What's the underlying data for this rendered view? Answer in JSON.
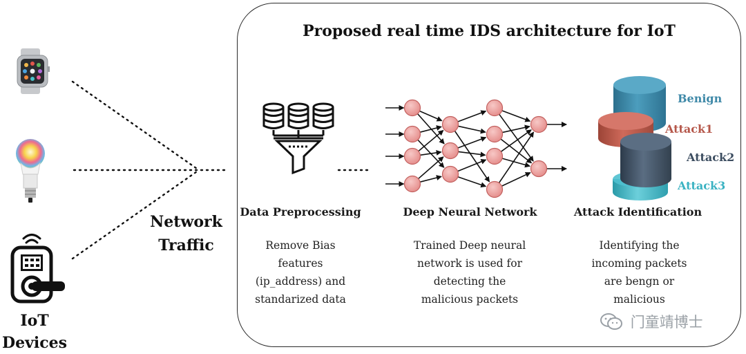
{
  "title": "Proposed real time IDS architecture for IoT",
  "left": {
    "network_traffic": [
      "Network",
      "Traffic"
    ],
    "iot_devices": [
      "IoT",
      "Devices"
    ],
    "devices": [
      "smartwatch-icon",
      "smart-bulb-icon",
      "smart-lock-icon"
    ]
  },
  "stages": [
    {
      "heading": "Data Preprocessing",
      "description": [
        "Remove Bias",
        "features",
        "(ip_address) and",
        "standarized data"
      ],
      "icon": "database-funnel-icon"
    },
    {
      "heading": "Deep Neural Network",
      "description": [
        "Trained Deep neural",
        "network is used for",
        "detecting the",
        "malicious packets"
      ],
      "icon": "neural-network-icon"
    },
    {
      "heading": "Attack Identification",
      "description": [
        "Identifying the",
        "incoming packets",
        "are bengn or",
        "malicious"
      ],
      "icon": "stacked-cylinders-icon"
    }
  ],
  "classes": [
    {
      "label": "Benign",
      "color": "#3f89a8"
    },
    {
      "label": "Attack1",
      "color": "#b5574a"
    },
    {
      "label": "Attack2",
      "color": "#3c4d60"
    },
    {
      "label": "Attack3",
      "color": "#3ab2c2"
    }
  ],
  "watermark": "门童靖博士"
}
